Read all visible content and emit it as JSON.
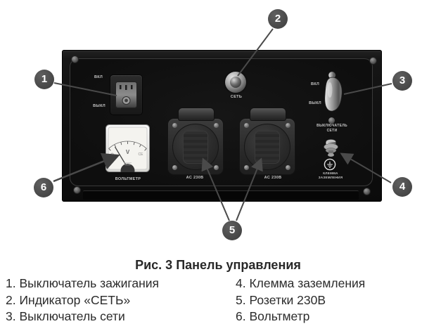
{
  "caption": "Рис. 3 Панель управления",
  "legend": {
    "left": [
      "1. Выключатель зажигания",
      "2. Индикатор «СЕТЬ»",
      "3. Выключатель сети"
    ],
    "right": [
      "4. Клемма заземления",
      "5. Розетки 230В",
      "6. Вольтметр"
    ]
  },
  "callouts": {
    "n1": "1",
    "n2": "2",
    "n3": "3",
    "n4": "4",
    "n5": "5",
    "n6": "6"
  },
  "panel_labels": {
    "ignition_on": "ВКЛ",
    "ignition_off": "ВЫКЛ",
    "indicator": "СЕТЬ",
    "net_on": "ВКЛ",
    "net_off": "ВЫКЛ",
    "net_switch_line1": "ВЫКЛЮЧАТЕЛЬ",
    "net_switch_line2": "СЕТИ",
    "voltmeter": "ВОЛЬТМЕТР",
    "voltmeter_unit": "V",
    "voltmeter_ce": "CE",
    "socket_left": "AC 230В",
    "socket_right": "AC 230В",
    "ground_line1": "КЛЕММА",
    "ground_line2": "ЗАЗЕМЛЕНИЯ"
  },
  "colors": {
    "page_bg": "#ffffff",
    "panel_bg": "#141414",
    "callout": "#4a4a4a",
    "leader_line": "#4a4a4a",
    "panel_text": "#c6c6c6",
    "body_text": "#2b2b2b"
  }
}
